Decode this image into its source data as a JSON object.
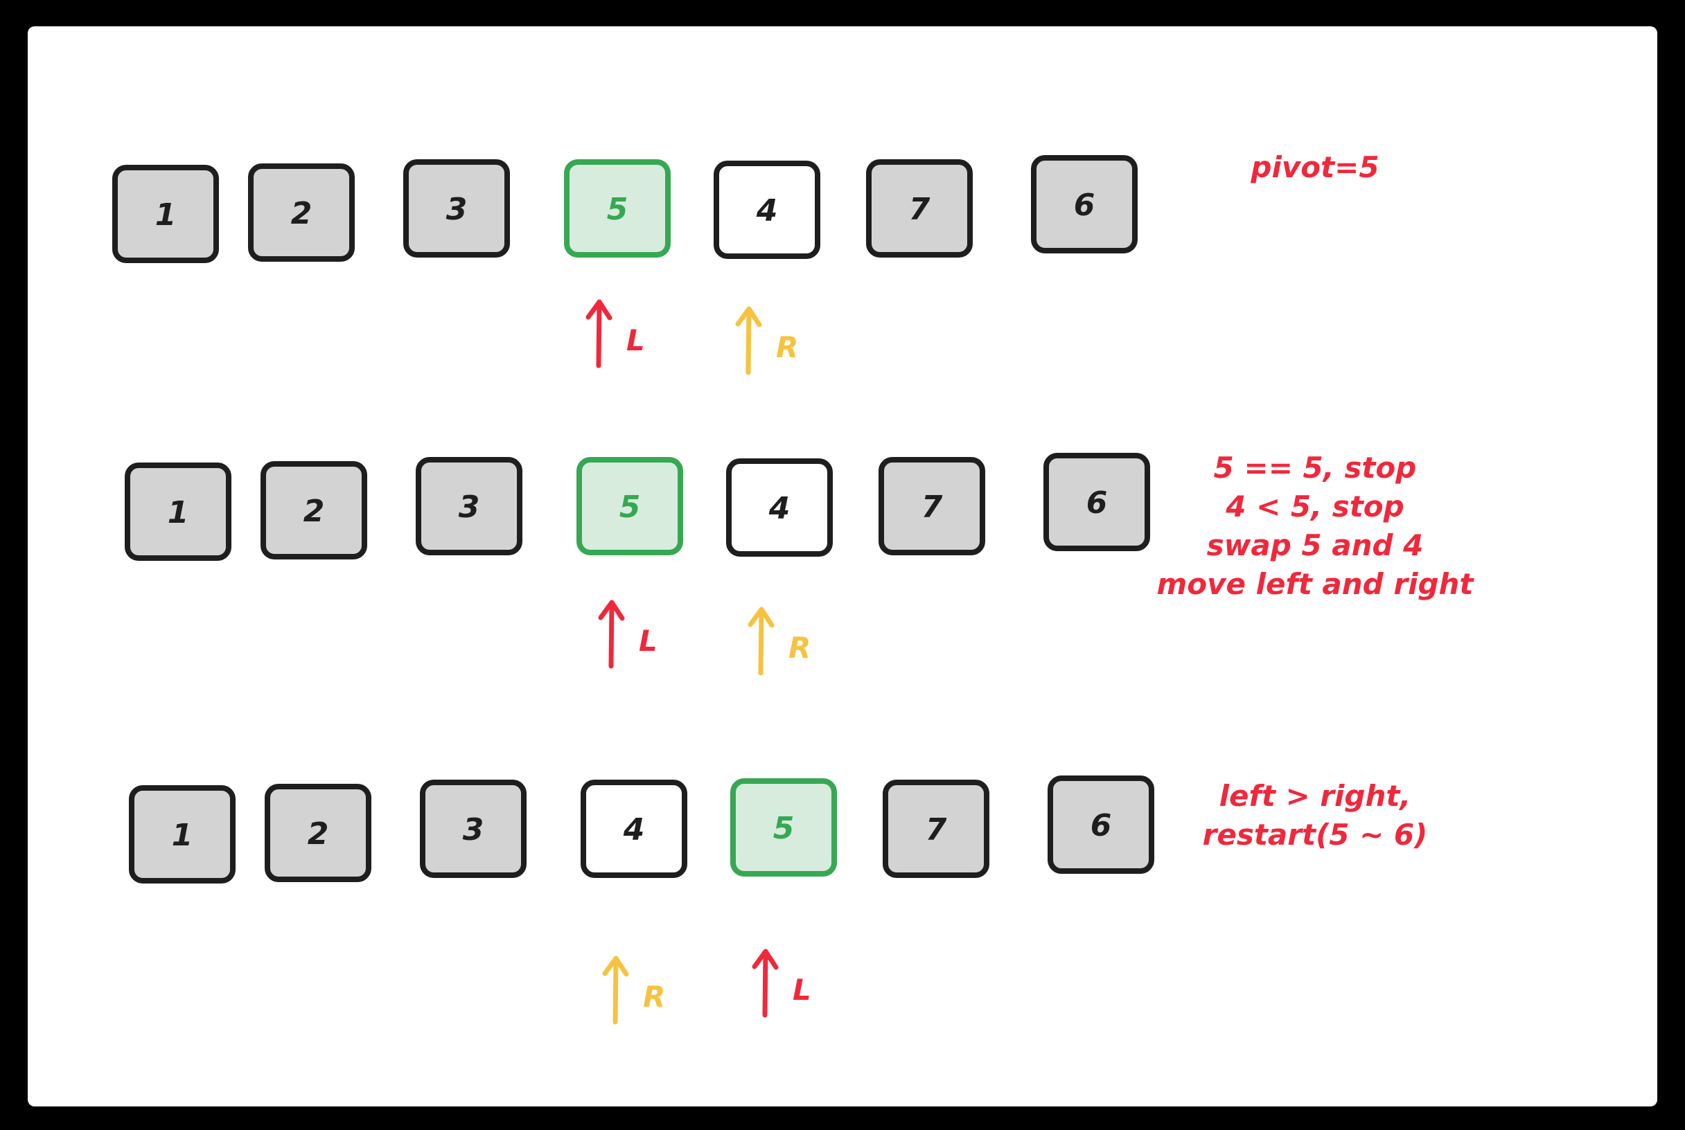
{
  "colors": {
    "background": "#000000",
    "board": "#ffffff",
    "border": "#1e1e1e",
    "cell_fill_gray": "#d3d3d3",
    "cell_fill_white": "#ffffff",
    "pivot_fill": "#d7ecdc",
    "pivot_border": "#36a852",
    "pivot_text": "#36a852",
    "L_color": "#f0283c",
    "R_color": "#f6c340",
    "note_color": "#f0283c"
  },
  "rows": [
    {
      "cells": [
        {
          "value": "1",
          "style": "gray"
        },
        {
          "value": "2",
          "style": "gray"
        },
        {
          "value": "3",
          "style": "gray"
        },
        {
          "value": "5",
          "style": "pivot"
        },
        {
          "value": "4",
          "style": "white"
        },
        {
          "value": "7",
          "style": "gray"
        },
        {
          "value": "6",
          "style": "gray"
        }
      ],
      "pointers": [
        {
          "label": "L",
          "kind": "L",
          "cell_index": 3
        },
        {
          "label": "R",
          "kind": "R",
          "cell_index": 4
        }
      ],
      "notes": [
        "pivot=5"
      ]
    },
    {
      "cells": [
        {
          "value": "1",
          "style": "gray"
        },
        {
          "value": "2",
          "style": "gray"
        },
        {
          "value": "3",
          "style": "gray"
        },
        {
          "value": "5",
          "style": "pivot"
        },
        {
          "value": "4",
          "style": "white"
        },
        {
          "value": "7",
          "style": "gray"
        },
        {
          "value": "6",
          "style": "gray"
        }
      ],
      "pointers": [
        {
          "label": "L",
          "kind": "L",
          "cell_index": 3
        },
        {
          "label": "R",
          "kind": "R",
          "cell_index": 4
        }
      ],
      "notes": [
        "5 == 5, stop",
        "4 < 5, stop",
        "swap 5 and 4",
        "move left and right"
      ]
    },
    {
      "cells": [
        {
          "value": "1",
          "style": "gray"
        },
        {
          "value": "2",
          "style": "gray"
        },
        {
          "value": "3",
          "style": "gray"
        },
        {
          "value": "4",
          "style": "white"
        },
        {
          "value": "5",
          "style": "pivot"
        },
        {
          "value": "7",
          "style": "gray"
        },
        {
          "value": "6",
          "style": "gray"
        }
      ],
      "pointers": [
        {
          "label": "R",
          "kind": "R",
          "cell_index": 3
        },
        {
          "label": "L",
          "kind": "L",
          "cell_index": 4
        }
      ],
      "notes": [
        "left > right,",
        "restart(5 ~ 6)"
      ]
    }
  ]
}
